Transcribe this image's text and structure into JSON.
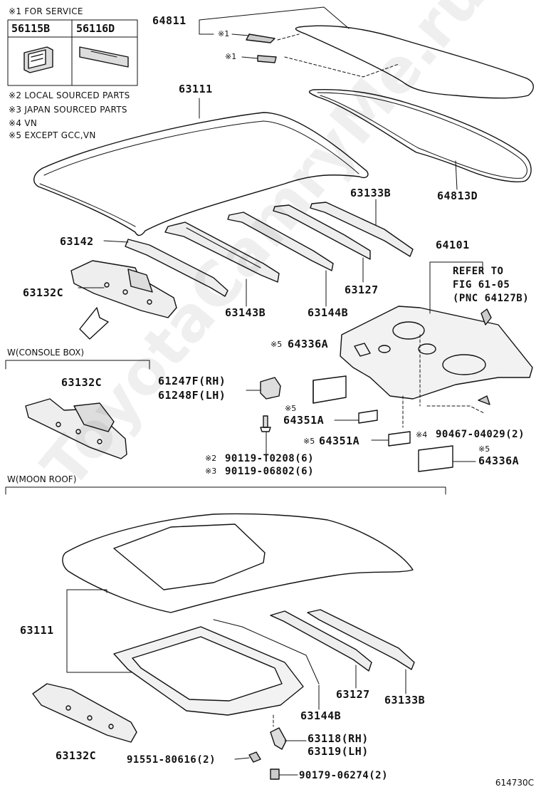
{
  "service_box": {
    "title": "※1 FOR SERVICE",
    "parts": [
      "56115B",
      "56116D"
    ]
  },
  "notes": [
    "※2 LOCAL SOURCED PARTS",
    "※3 JAPAN SOURCED PARTS",
    "※4 VN",
    "※5 EXCEPT GCC,VN"
  ],
  "marks": {
    "m1": "※1",
    "m2": "※2",
    "m3": "※3",
    "m4": "※4",
    "m5": "※5"
  },
  "labels": {
    "p64811": "64811",
    "p63111": "63111",
    "p64813D": "64813D",
    "p63133B": "63133B",
    "p63142": "63142",
    "p63132C": "63132C",
    "p63143B": "63143B",
    "p63144B": "63144B",
    "p63127": "63127",
    "p64101": "64101",
    "refer1": "REFER TO",
    "refer2": "FIG 61-05",
    "refer3": "(PNC 64127B)",
    "p64336A_1": "64336A",
    "p61247F": "61247F(RH)",
    "p61248F": "61248F(LH)",
    "p64351A_1": "64351A",
    "p64351A_2": "64351A",
    "p90467": "90467-04029(2)",
    "p64336A_2": "64336A",
    "p90119a": "90119-T0208(6)",
    "p90119b": "90119-06802(6)",
    "console_63132C": "63132C",
    "moon_63111": "63111",
    "moon_63127": "63127",
    "moon_63133B": "63133B",
    "moon_63144B": "63144B",
    "moon_63132C": "63132C",
    "p63118": "63118(RH)",
    "p63119": "63119(LH)",
    "p91551": "91551-80616(2)",
    "p90179": "90179-06274(2)"
  },
  "variants": {
    "console": "W(CONSOLE BOX)",
    "moon": "W(MOON ROOF)"
  },
  "watermark": "ToyotaCamryMe.ru",
  "figure_number": "614730C"
}
